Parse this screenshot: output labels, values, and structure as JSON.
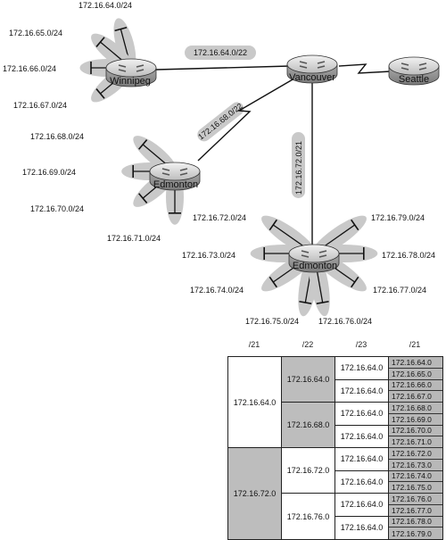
{
  "routers": {
    "winnipeg": "Winnipeg",
    "vancouver": "Vancouver",
    "seattle": "Seattle",
    "edmonton_a": "Edmonton",
    "edmonton_b": "Edmonton"
  },
  "links": {
    "winnipeg_vancouver": "172.16.64.0/22",
    "edmonton_vancouver": "172.16.68.0/22",
    "vancouver_edmonton_b": "172.16.72.0/21"
  },
  "winnipeg_lans": [
    "172.16.64.0/24",
    "172.16.65.0/24",
    "172.16.66.0/24",
    "172.16.67.0/24"
  ],
  "edmonton_a_lans": [
    "172.16.68.0/24",
    "172.16.69.0/24",
    "172.16.70.0/24",
    "172.16.71.0/24"
  ],
  "edmonton_b_lans": [
    "172.16.72.0/24",
    "172.16.73.0/24",
    "172.16.74.0/24",
    "172.16.75.0/24",
    "172.16.76.0/24",
    "172.16.77.0/24",
    "172.16.78.0/24",
    "172.16.79.0/24"
  ],
  "table": {
    "headers": [
      "/21",
      "/22",
      "/23",
      "/21"
    ],
    "col21": [
      "172.16.64.0",
      "172.16.72.0"
    ],
    "col22": [
      "172.16.64.0",
      "172.16.68.0",
      "172.16.72.0",
      "172.16.76.0"
    ],
    "col23": [
      "172.16.64.0",
      "172.16.64.0",
      "172.16.64.0",
      "172.16.64.0",
      "172.16.64.0",
      "172.16.64.0",
      "172.16.64.0",
      "172.16.64.0"
    ],
    "col24": [
      "172.16.64.0",
      "172.16.65.0",
      "172.16.66.0",
      "172.16.67.0",
      "172.16.68.0",
      "172.16.69.0",
      "172.16.70.0",
      "172.16.71.0",
      "172.16.72.0",
      "172.16.73.0",
      "172.16.74.0",
      "172.16.75.0",
      "172.16.76.0",
      "172.16.77.0",
      "172.16.78.0",
      "172.16.79.0"
    ]
  }
}
